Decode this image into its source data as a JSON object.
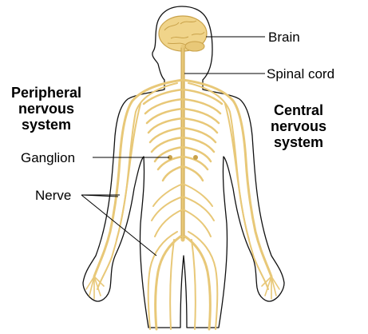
{
  "labels": {
    "brain": "Brain",
    "spinal_cord": "Spinal cord",
    "ganglion": "Ganglion",
    "nerve": "Nerve",
    "peripheral": [
      "Peripheral",
      "nervous",
      "system"
    ],
    "central": [
      "Central",
      "nervous",
      "system"
    ]
  },
  "colors": {
    "nerve": "#e8c878",
    "nerve_dark": "#c9a24a",
    "brain": "#f0d48a",
    "outline": "#111111"
  }
}
